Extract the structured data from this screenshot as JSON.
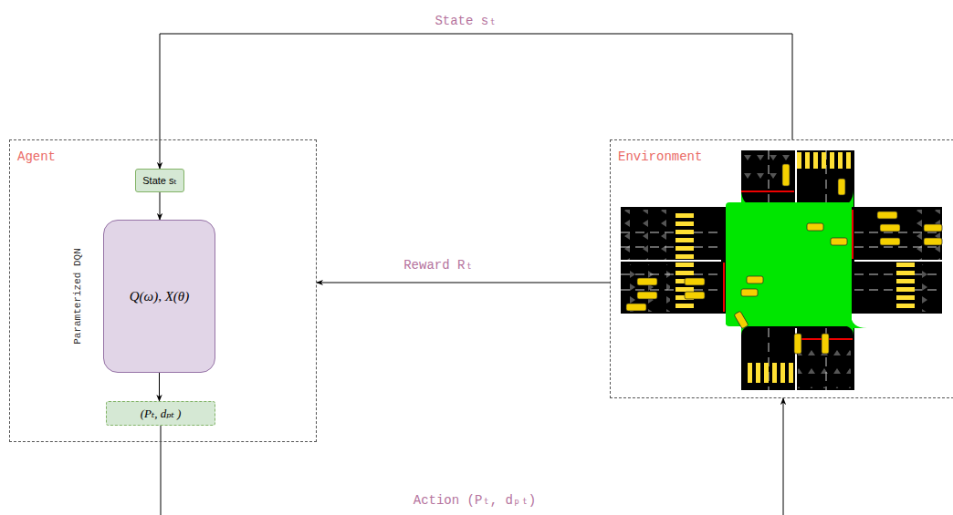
{
  "diagram": {
    "nodes": [
      {
        "text": [
          "Agent"
        ]
      },
      {
        "text": [
          "State sₜ"
        ],
        "in": 0
      },
      {
        "text": [
          "Paramterized DQN",
          "Q(ω), X(θ)"
        ],
        "in": 0
      },
      {
        "text": [
          "(Pₜ, dₚₜ )"
        ],
        "in": 0
      },
      {
        "text": [
          "Environment"
        ]
      }
    ],
    "edges": [
      {
        "from": 1,
        "to": 2,
        "arrow": "to"
      },
      {
        "from": 2,
        "to": 3,
        "arrow": "to"
      },
      {
        "from": 4,
        "to": 1,
        "label": "State sₜ",
        "arrow": "to"
      },
      {
        "from": 4,
        "to": 0,
        "label": "Reward Rₜ",
        "arrow": "to"
      },
      {
        "from": 3,
        "to": 4,
        "label": "Action (Pₜ, dₚₜ)",
        "arrow": "to"
      }
    ]
  }
}
